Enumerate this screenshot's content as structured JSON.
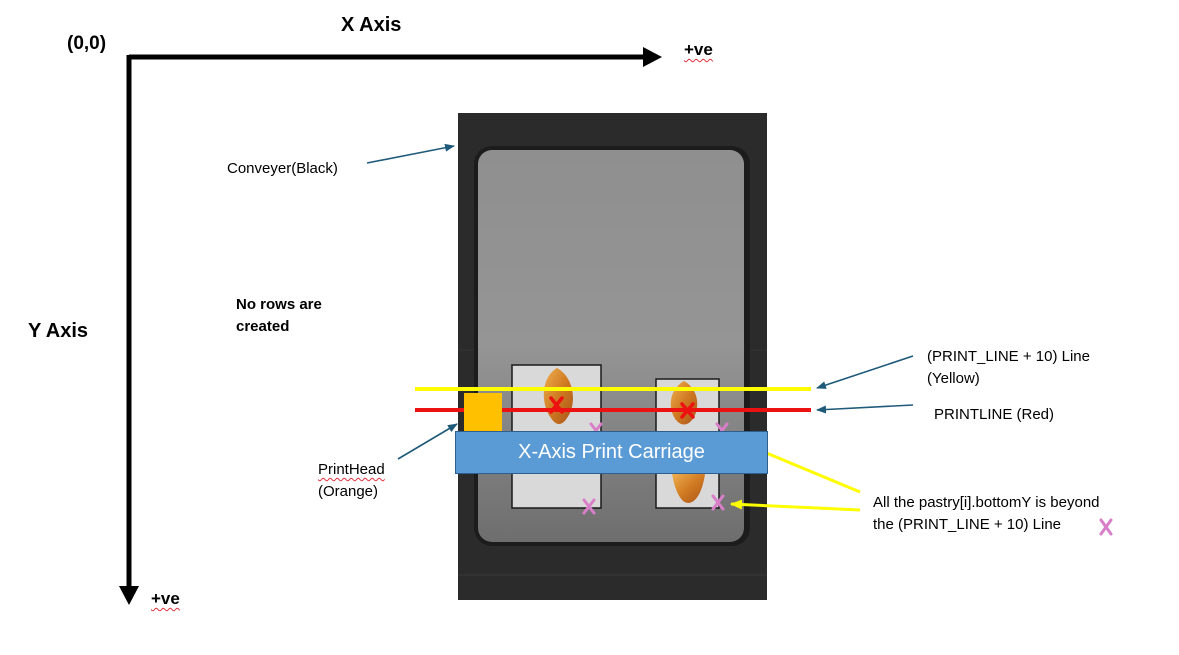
{
  "axes": {
    "origin_label": "(0,0)",
    "x_axis_label": "X Axis",
    "x_positive_label": "+ve",
    "y_axis_label": "Y Axis",
    "y_positive_label": "+ve"
  },
  "labels": {
    "conveyer": "Conveyer(Black)",
    "no_rows_line1": "No rows are",
    "no_rows_line2": "created",
    "print_line_plus_10_line1": "(PRINT_LINE + 10) Line",
    "print_line_plus_10_line2": "(Yellow)",
    "printline": "PRINTLINE (Red)",
    "printhead_line1": "PrintHead",
    "printhead_line2": "(Orange)",
    "carriage": "X-Axis Print Carriage",
    "bottom_note_line1": "All the pastry[i].bottomY is beyond",
    "bottom_note_line2": "the (PRINT_LINE + 10) Line"
  },
  "colors": {
    "axis": "#000000",
    "yellow_line": "#ffff00",
    "red_line": "#ee1111",
    "printhead": "#ffc000",
    "carriage": "#5b9bd5",
    "cross_pink": "#d97fc9",
    "cross_red": "#ee1111",
    "annotation_arrow": "#1f5a7a",
    "conveyer": "#2b2b2b",
    "tray": "#8a8a8a",
    "pastry_box": "#d9d9d9",
    "pastry": "#d4892e"
  },
  "icons": [
    "arrow-right-icon",
    "arrow-down-icon",
    "cross-mark-icon",
    "croissant-icon"
  ]
}
